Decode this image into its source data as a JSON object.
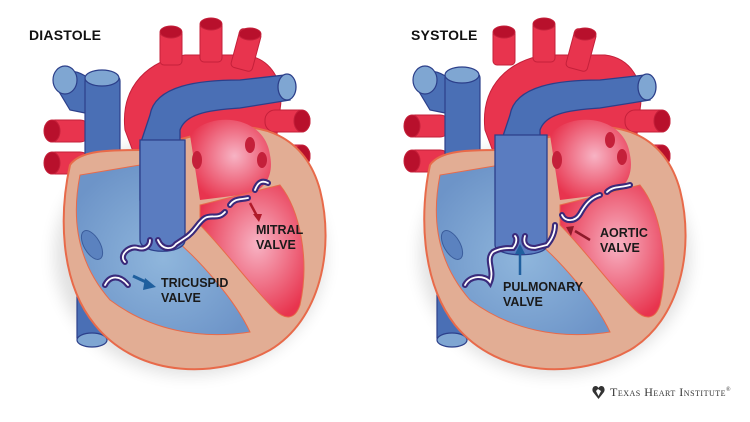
{
  "diagrams": [
    {
      "title": "DIASTOLE",
      "labels": [
        {
          "text": [
            "MITRAL",
            "VALVE"
          ],
          "arrow_color": "#b01a2a"
        },
        {
          "text": [
            "TRICUSPID",
            "VALVE"
          ],
          "arrow_color": "#1f5f9e"
        }
      ]
    },
    {
      "title": "SYSTOLE",
      "labels": [
        {
          "text": [
            "AORTIC",
            "VALVE"
          ],
          "arrow_color": "#8e1a2a"
        },
        {
          "text": [
            "PULMONARY",
            "VALVE"
          ],
          "arrow_color": "#1f5f9e"
        }
      ]
    }
  ],
  "colors": {
    "oxygenated": "#e8344e",
    "deoxygenated_vessel": "#4a6fb5",
    "deoxygenated_chamber": "#7fa6d2",
    "myocardium": "#e2ad94",
    "myocardium_edge": "#e86a4a",
    "left_ventricle": "#ee5a76",
    "valve_outline": "#3a2a7a"
  },
  "logo": {
    "icon": "heart-shield-icon",
    "text": "Texas Heart Institute",
    "mark": "®"
  }
}
